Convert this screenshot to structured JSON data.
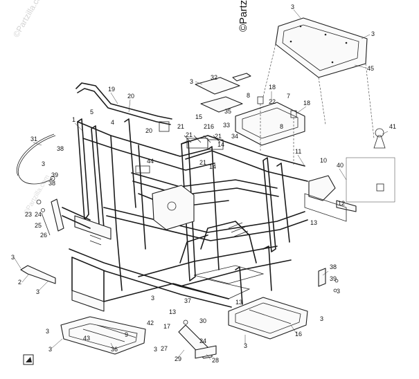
{
  "watermark": {
    "main": "©Partzilla.com",
    "faint": "©Partzilla.com"
  },
  "callouts": [
    "3",
    "3",
    "45",
    "32",
    "3",
    "35",
    "18",
    "8",
    "22",
    "7",
    "18",
    "8",
    "19",
    "20",
    "1",
    "5",
    "4",
    "20",
    "21",
    "15",
    "21",
    "6",
    "33",
    "34",
    "21",
    "21",
    "14",
    "14",
    "21",
    "44",
    "31",
    "38",
    "3",
    "11",
    "10",
    "40",
    "41",
    "39",
    "38",
    "12",
    "13",
    "23",
    "24",
    "25",
    "26",
    "2",
    "3",
    "3",
    "38",
    "39",
    "3",
    "13",
    "3",
    "37",
    "30",
    "17",
    "27",
    "24",
    "29",
    "28",
    "16",
    "3",
    "3",
    "36",
    "3",
    "3",
    "13",
    "3",
    "43",
    "9",
    "42"
  ]
}
